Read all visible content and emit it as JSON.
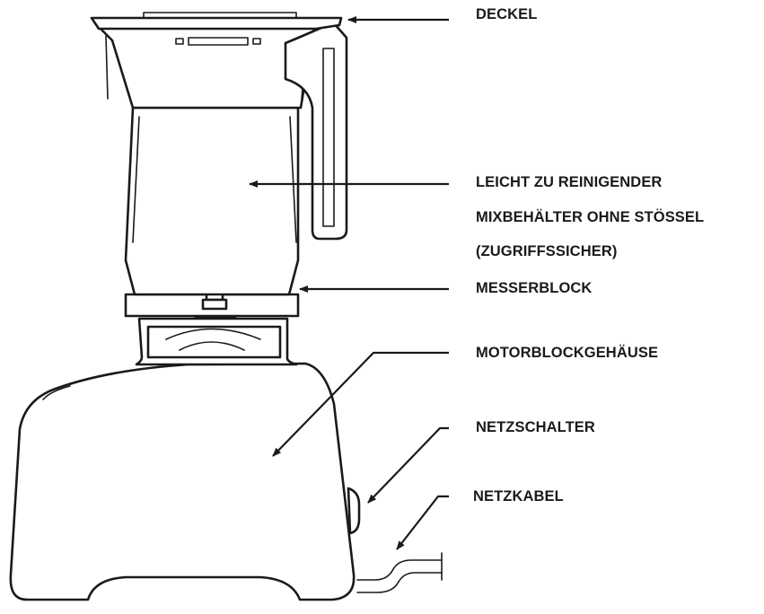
{
  "labels": {
    "lid": "DECKEL",
    "container_line1": "LEICHT ZU REINIGENDER",
    "container_line2": "MIXBEHÄLTER OHNE STÖSSEL",
    "container_line3": "(ZUGRIFFSSICHER)",
    "blade": "MESSERBLOCK",
    "base": "MOTORBLOCKGEHÄUSE",
    "switch": "NETZSCHALTER",
    "cord": "NETZKABEL"
  }
}
